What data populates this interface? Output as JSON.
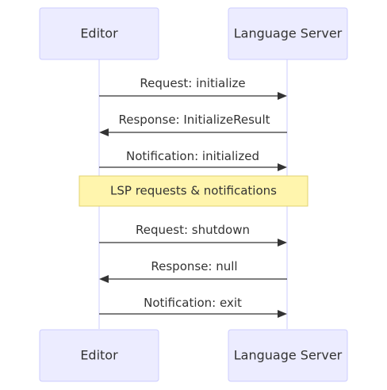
{
  "actors": {
    "editor": "Editor",
    "server": "Language Server"
  },
  "messages": [
    {
      "from": "editor",
      "to": "server",
      "label": "Request: initialize"
    },
    {
      "from": "server",
      "to": "editor",
      "label": "Response: InitializeResult"
    },
    {
      "from": "editor",
      "to": "server",
      "label": "Notification: initialized"
    },
    {
      "from": "editor",
      "to": "server",
      "label": "Request: shutdown"
    },
    {
      "from": "server",
      "to": "editor",
      "label": "Response: null"
    },
    {
      "from": "editor",
      "to": "server",
      "label": "Notification: exit"
    }
  ],
  "note": {
    "label": "LSP requests & notifications"
  },
  "colors": {
    "actor_fill": "#ececff",
    "actor_stroke": "#ccccff",
    "note_fill": "#fff5ad",
    "note_stroke": "#e2d270",
    "line": "#333333"
  }
}
